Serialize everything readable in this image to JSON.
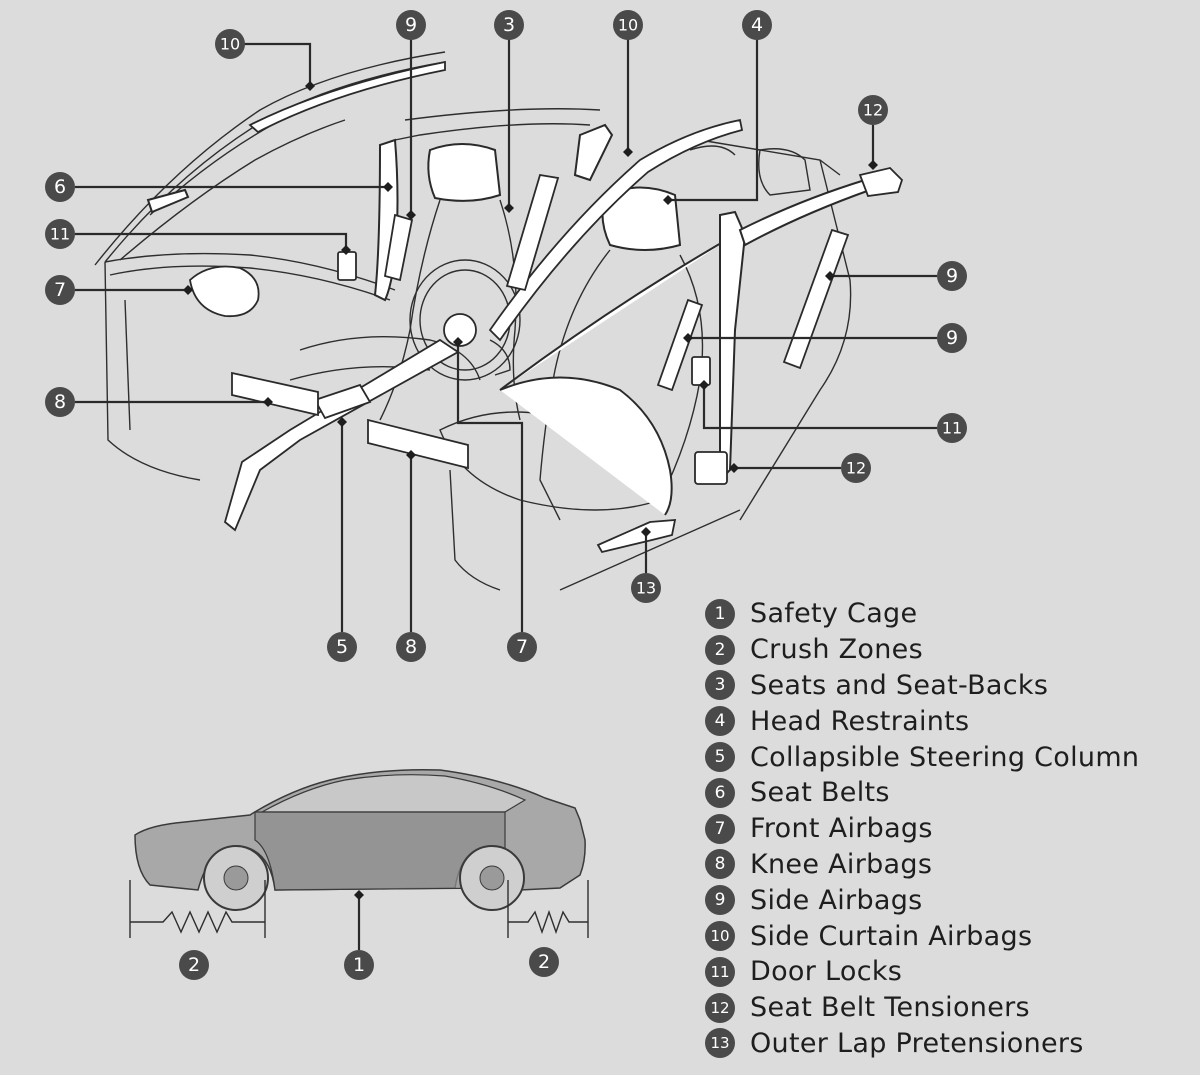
{
  "legend": [
    {
      "num": "1",
      "label": "Safety Cage"
    },
    {
      "num": "2",
      "label": "Crush Zones"
    },
    {
      "num": "3",
      "label": "Seats and Seat-Backs"
    },
    {
      "num": "4",
      "label": "Head Restraints"
    },
    {
      "num": "5",
      "label": "Collapsible Steering Column"
    },
    {
      "num": "6",
      "label": "Seat Belts"
    },
    {
      "num": "7",
      "label": "Front Airbags"
    },
    {
      "num": "8",
      "label": "Knee Airbags"
    },
    {
      "num": "9",
      "label": "Side Airbags"
    },
    {
      "num": "10",
      "label": "Side Curtain Airbags"
    },
    {
      "num": "11",
      "label": "Door Locks"
    },
    {
      "num": "12",
      "label": "Seat Belt Tensioners"
    },
    {
      "num": "13",
      "label": "Outer Lap Pretensioners"
    }
  ],
  "callouts": {
    "c10_top_left": "10",
    "c9_top": "9",
    "c3_top": "3",
    "c10_top_center": "10",
    "c4_top": "4",
    "c12_top_right": "12",
    "c6_left": "6",
    "c11_left": "11",
    "c7_left": "7",
    "c8_left": "8",
    "c9_right_upper": "9",
    "c9_right_lower": "9",
    "c11_right": "11",
    "c12_right": "12",
    "c13_bottom": "13",
    "c5_bottom": "5",
    "c8_bottom": "8",
    "c7_bottom": "7",
    "c2_car_front": "2",
    "c1_car_center": "1",
    "c2_car_rear": "2"
  },
  "colors": {
    "background": "#dcdcdc",
    "badge": "#4a4a4a",
    "badge_text": "#ffffff",
    "line_art": "#2e2e2e",
    "car_body": "#a8a8a8",
    "safety_cage_panel": "#8e8e8e"
  }
}
